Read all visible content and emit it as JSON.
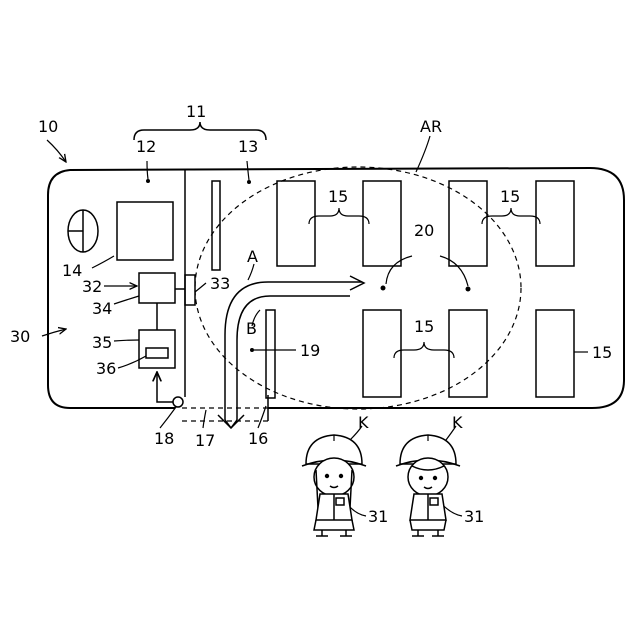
{
  "labels": {
    "vehicle": "10",
    "body_group": "11",
    "driver_area": "12",
    "passenger_area": "13",
    "steering": "14",
    "seats": "15",
    "door": "16",
    "door_gap": "17",
    "sensor": "18",
    "partition": "19",
    "points": "20",
    "vehicle_side": "30",
    "children": "31",
    "unit_32": "32",
    "unit_33": "33",
    "unit_34": "34",
    "unit_35": "35",
    "unit_36": "36",
    "area": "AR",
    "path_a": "A",
    "path_b": "B",
    "child_mark_left": "K",
    "child_mark_right": "K"
  }
}
